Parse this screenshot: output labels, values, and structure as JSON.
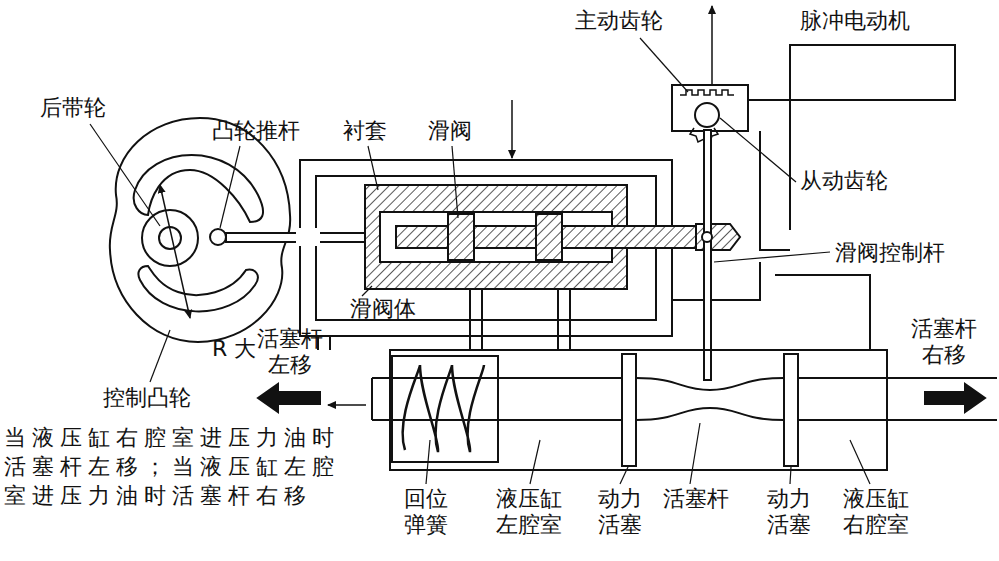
{
  "diagram": {
    "labels": [
      "主动齿轮",
      "脉冲电动机",
      "后带轮",
      "凸轮推杆",
      "衬套",
      "滑阀",
      "从动齿轮",
      "滑阀控制杆",
      "滑阀体",
      "R 大",
      "活塞杆 左移",
      "活塞杆 右移",
      "控制凸轮",
      "当液压缸右腔室进压力油时 活塞杆左移；当液压缸左腔 室进压力油时活塞杆右移",
      "回位 弹簧",
      "液压缸 左腔室",
      "动力 活塞",
      "活塞杆",
      "动力 活塞",
      "液压缸 右腔室"
    ]
  }
}
